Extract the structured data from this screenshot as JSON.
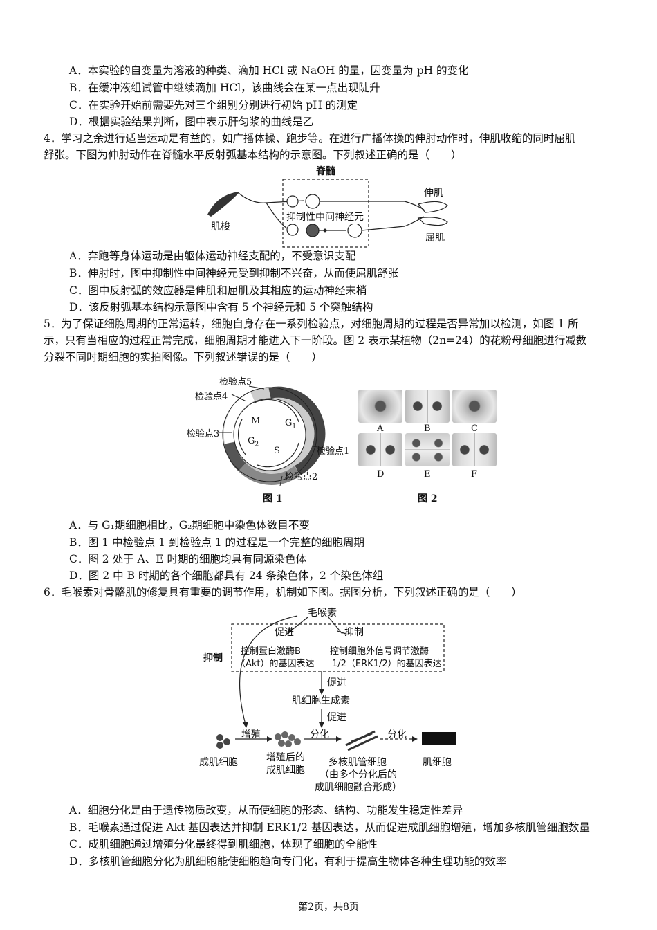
{
  "q3_options": [
    "A．本实验的自变量为溶液的种类、滴加 HCl 或 NaOH 的量，因变量为 pH 的变化",
    "B．在缓冲液组试管中继续滴加 HCl，该曲线会在某一点出现陡升",
    "C．在实验开始前需要先对三个组别分别进行初始 pH 的测定",
    "D．根据实验结果判断，图中表示肝匀浆的曲线是乙"
  ],
  "q4": {
    "stem1": "4．学习之余进行适当运动是有益的，如广播体操、跑步等。在进行广播体操的伸肘动作时，伸肌收缩的同时屈肌",
    "stem2": "舒张。下图为伸肘动作在脊髓水平反射弧基本结构的示意图。下列叙述正确的是（　　）",
    "fig": {
      "spinal_cord": "脊髓",
      "extensor": "伸肌",
      "flexor": "屈肌",
      "spindle": "肌梭",
      "interneuron": "抑制性中间神经元"
    },
    "options": [
      "A．奔跑等身体运动是由躯体运动神经支配的，不受意识支配",
      "B．伸肘时，图中抑制性中间神经元受到抑制不兴奋，从而使屈肌舒张",
      "C．图中反射弧的效应器是伸肌和屈肌及其相应的运动神经末梢",
      "D．该反射弧基本结构示意图中含有 5 个神经元和 5 个突触结构"
    ]
  },
  "q5": {
    "stem1": "5．为了保证细胞周期的正常运转，细胞自身存在一系列检验点，对细胞周期的过程是否异常加以检测，如图 1 所",
    "stem2": "示，只有当相应的过程正常完成，细胞周期才能进入下一阶段。图 2 表示某植物（2n=24）的花粉母细胞进行减数",
    "stem3": "分裂不同时期细胞的实拍图像。下列叙述错误的是（　　）",
    "fig1": {
      "cp5": "检验点5",
      "cp4": "检验点4",
      "cp3": "检验点3",
      "cp1": "检验点1",
      "cp2": "检验点2",
      "M": "M",
      "G1": "G",
      "G1_sub": "1",
      "G2": "G",
      "G2_sub": "2",
      "S": "S",
      "caption": "图 1"
    },
    "fig2": {
      "labels": [
        "A",
        "B",
        "C",
        "D",
        "E",
        "F"
      ],
      "caption": "图 2"
    },
    "options": [
      "A．与 G₁期细胞相比，G₂期细胞中染色体数目不变",
      "B．图 1 中检验点 1 到检验点 1 的过程是一个完整的细胞周期",
      "C．图 2 处于 A、E 时期的细胞均具有同源染色体",
      "D．图 2 中 B 时期的各个细胞都具有 24 条染色体，2 个染色体组"
    ]
  },
  "q6": {
    "stem": "6．毛喉素对骨骼肌的修复具有重要的调节作用，机制如下图。据图分析，下列叙述正确的是（　　）",
    "fig": {
      "forskolin": "毛喉素",
      "promote": "促进",
      "inhibit": "抑制",
      "inhibit_left": "抑制",
      "akt_line1": "控制蛋白激酶B",
      "akt_line2": "（Akt）的基因表达",
      "erk_line1": "控制细胞外信号调节激酶",
      "erk_line2": "1/2（ERK1/2）的基因表达",
      "promote2": "促进",
      "myogenin": "肌细胞生成素",
      "promote3": "促进",
      "proliferate": "增殖",
      "differentiate1": "分化",
      "differentiate2": "分化",
      "myoblast": "成肌细胞",
      "prolif_myoblast1": "增殖后的",
      "prolif_myoblast2": "成肌细胞",
      "myotube1": "多核肌管细胞",
      "myotube2": "（由多个分化后的",
      "myotube3": "成肌细胞融合形成）",
      "myocyte": "肌细胞"
    },
    "options": [
      "A．细胞分化是由于遗传物质改变，从而使细胞的形态、结构、功能发生稳定性差异",
      "B．毛喉素通过促进 Akt 基因表达并抑制 ERK1/2 基因表达，从而促进成肌细胞增殖，增加多核肌管细胞数量",
      "C．成肌细胞通过增殖分化最终得到肌细胞，体现了细胞的全能性",
      "D．多核肌管细胞分化为肌细胞能使细胞趋向专门化，有利于提高生物体各种生理功能的效率"
    ]
  },
  "footer": "第2页，共8页"
}
